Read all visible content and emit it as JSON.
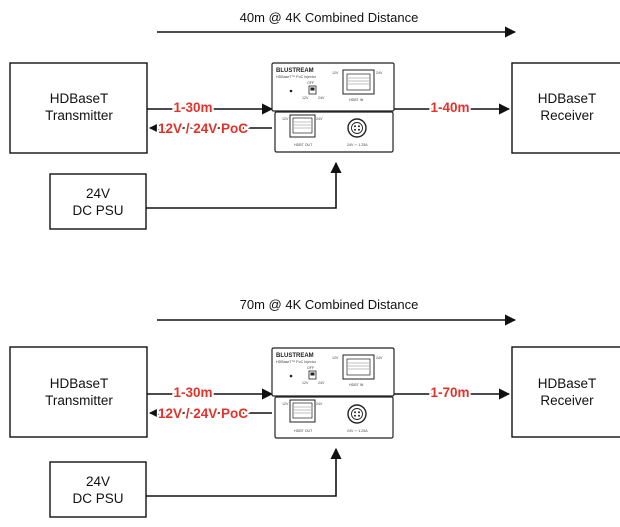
{
  "colors": {
    "accent_red": "#e4322b",
    "line": "#111111"
  },
  "diagrams": [
    {
      "distance_label": "40m @ 4K Combined Distance",
      "transmitter": {
        "line1": "HDBaseT",
        "line2": "Transmitter"
      },
      "receiver": {
        "line1": "HDBaseT",
        "line2": "Receiver"
      },
      "psu": {
        "line1": "24V",
        "line2": "DC PSU"
      },
      "tx_range": "1-30m",
      "poc_label": "12V / 24V  PoC",
      "rx_range": "1-40m"
    },
    {
      "distance_label": "70m @ 4K Combined Distance",
      "transmitter": {
        "line1": "HDBaseT",
        "line2": "Transmitter"
      },
      "receiver": {
        "line1": "HDBaseT",
        "line2": "Receiver"
      },
      "psu": {
        "line1": "24V",
        "line2": "DC PSU"
      },
      "tx_range": "1-30m",
      "poc_label": "12V / 24V  PoC",
      "rx_range": "1-70m"
    }
  ],
  "device": {
    "brand": "BLUSTREAM",
    "model": "HDBaseT™ PoC Injector",
    "switch_off": "OFF",
    "switch_12v": "12V",
    "switch_24v": "24V",
    "port_top_left": "12V",
    "port_top_right": "24V",
    "hdbt_in": "HDBT IN",
    "hdbt_out": "HDBT OUT",
    "power_rating": "24V ⎓ 1.25A",
    "power_icon": "dc-power-socket-icon"
  }
}
